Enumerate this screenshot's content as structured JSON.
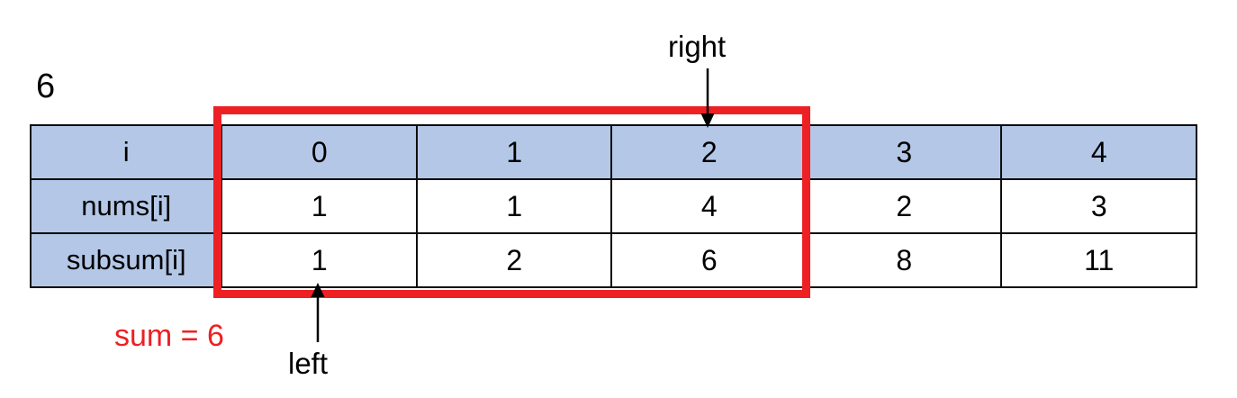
{
  "figure": {
    "top_value": "6",
    "table": {
      "row_labels": [
        "i",
        "nums[i]",
        "subsum[i]"
      ],
      "columns": [
        "0",
        "1",
        "2",
        "3",
        "4"
      ],
      "rows": [
        {
          "label": "i",
          "values": [
            "0",
            "1",
            "2",
            "3",
            "4"
          ]
        },
        {
          "label": "nums[i]",
          "values": [
            "1",
            "1",
            "4",
            "2",
            "3"
          ]
        },
        {
          "label": "subsum[i]",
          "values": [
            "1",
            "2",
            "6",
            "8",
            "11"
          ]
        }
      ]
    },
    "annotations": {
      "right_pointer_label": "right",
      "left_pointer_label": "left",
      "sum_label": "sum = 6"
    },
    "colors": {
      "header_fill": "#B4C7E7",
      "cell_fill": "#FFFFFF",
      "border": "#0D0D0D",
      "highlight": "#ED2024"
    }
  },
  "chart_data": {
    "type": "table",
    "title": "",
    "categories": [
      "0",
      "1",
      "2",
      "3",
      "4"
    ],
    "series": [
      {
        "name": "nums[i]",
        "values": [
          1,
          1,
          4,
          2,
          3
        ]
      },
      {
        "name": "subsum[i]",
        "values": [
          1,
          2,
          6,
          8,
          11
        ]
      }
    ],
    "annotations": [
      {
        "name": "left",
        "index": 0
      },
      {
        "name": "right",
        "index": 2
      },
      {
        "name": "sum",
        "value": 6
      },
      {
        "name": "window_highlight",
        "from_index": 0,
        "to_index": 2
      },
      {
        "name": "target",
        "value": 6
      }
    ],
    "xlabel": "i",
    "ylabel": "",
    "grid": true,
    "legend": "none"
  }
}
